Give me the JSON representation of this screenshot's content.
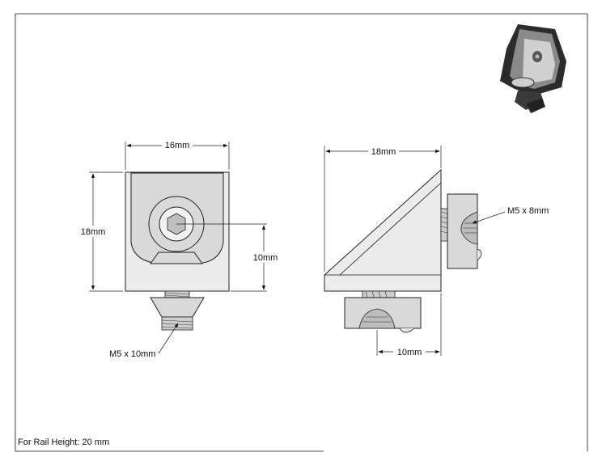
{
  "labels": {
    "front_width": "16mm",
    "front_height": "18mm",
    "front_half_height": "10mm",
    "front_screw": "M5 x 10mm",
    "side_width": "18mm",
    "side_screw": "M5 x 8mm",
    "side_bottom_width": "10mm",
    "footer": "For Rail Height: 20 mm"
  },
  "colors": {
    "line": "#111111",
    "part_fill": "#d9d9d9",
    "iso_dark": "#2b2b2b",
    "iso_light": "#d0d0d0"
  }
}
